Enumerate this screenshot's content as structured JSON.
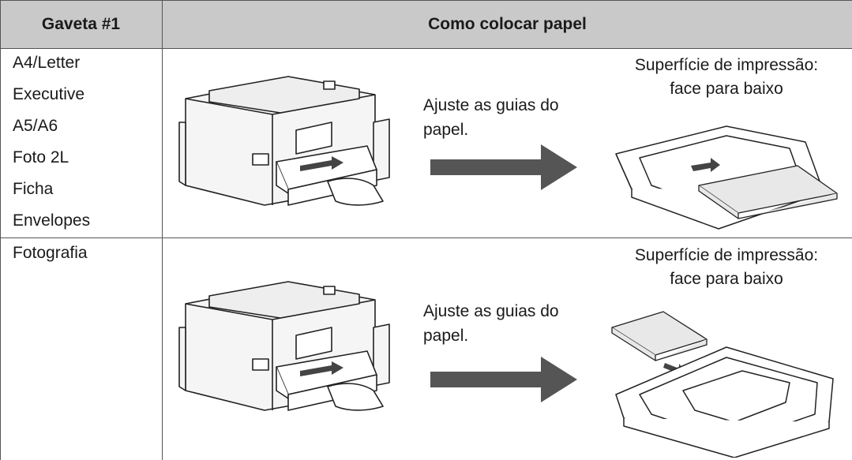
{
  "table": {
    "header_tray": "Gaveta #1",
    "header_how": "Como colocar papel"
  },
  "rows": [
    {
      "sizes": [
        "A4/Letter",
        "Executive",
        "A5/A6",
        "Foto 2L",
        "Ficha",
        "Envelopes"
      ],
      "instruction": "Ajuste as guias do papel.",
      "surface_line1": "Superfície de impressão:",
      "surface_line2": "face para baixo"
    },
    {
      "sizes": [
        "Fotografia"
      ],
      "instruction": "Ajuste as guias do papel.",
      "surface_line1": "Superfície de impressão:",
      "surface_line2": "face para baixo"
    }
  ],
  "colors": {
    "header_bg": "#c9c9c9",
    "arrow": "#555555",
    "grid_line": "#555555"
  },
  "icons": {
    "printer": "printer-tray-pull-illustration",
    "tray_large": "paper-tray-large-stack-illustration",
    "tray_photo": "paper-tray-photo-stack-illustration",
    "arrow": "right-arrow-icon"
  }
}
